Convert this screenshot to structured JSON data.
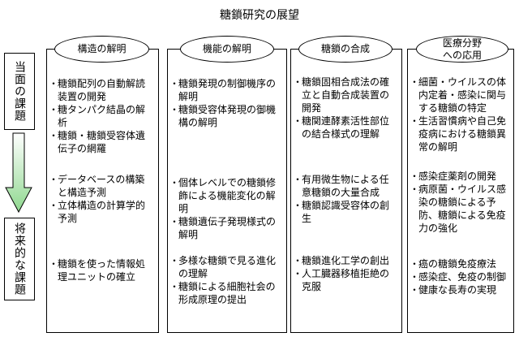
{
  "title": "糖鎖研究の展望",
  "side": {
    "top_label": "当面の課題",
    "bottom_label": "将来的な課題"
  },
  "bullet": "・",
  "columns": [
    {
      "header_lines": [
        "構造の解明"
      ],
      "groups": [
        [
          "糖鎖配列の自動解読装置の開発",
          "糖タンパク結晶の解析",
          "糖鎖・糖鎖受容体遺伝子の網羅"
        ],
        [
          "データベースの構築と構造予測",
          "立体構造の計算学的予測"
        ],
        [
          "糖鎖を使った情報処理ユニットの確立"
        ]
      ]
    },
    {
      "header_lines": [
        "機能の解明"
      ],
      "groups": [
        [
          "糖鎖発現の制御機序の解明",
          "糖鎖受容体発現の御機構の解明"
        ],
        [
          "個体レベルでの糖鎖修飾による機能変化の解明",
          "糖鎖遺伝子発現様式の解明"
        ],
        [
          "多様な糖鎖で見る進化の理解",
          "糖鎖による細胞社会の形成原理の提出"
        ]
      ]
    },
    {
      "header_lines": [
        "糖鎖の合成"
      ],
      "groups": [
        [
          "糖鎖固相合成法の確立と自動合成装置の開発",
          "糖関連酵素活性部位の結合様式の理解"
        ],
        [
          "有用微生物による任意糖鎖の大量合成",
          "糖鎖認識受容体の創生"
        ],
        [
          "糖鎖進化工学の創出",
          "人工臓器移植拒絶の克服"
        ]
      ]
    },
    {
      "header_lines": [
        "医療分野",
        "への応用"
      ],
      "groups": [
        [
          "細菌・ウイルスの体内定着・感染に関与する糖鎖の特定",
          "生活習慣病や自己免疫病における糖鎖異常の解明"
        ],
        [
          "感染症薬剤の開発",
          "病原菌・ウイルス感染の糖鎖による予防、糖鎖による免疫力の強化"
        ],
        [
          "癌の糖鎖免疫療法",
          "感染症、免疫の制御",
          "健康な長寿の実現"
        ]
      ]
    }
  ]
}
